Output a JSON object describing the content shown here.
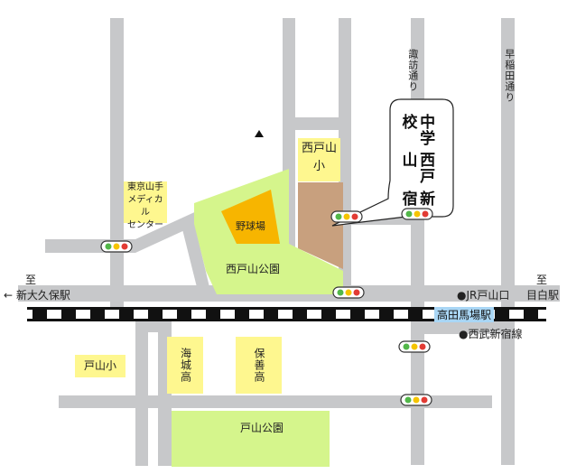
{
  "places": {
    "school_label": "西戸山\n小",
    "school_line1": "西戸山",
    "school_line2": "小",
    "medical": "東京山手\nメディカル\nセンター",
    "medical_l1": "東京山手",
    "medical_l2": "メディカル",
    "medical_l3": "センター",
    "baseball": "野球場",
    "park_nishi": "西戸山公園",
    "park_toyama": "戸山公園",
    "toyama_sho": "戸山小",
    "kaijo": "海城高",
    "hozen": "保善高"
  },
  "target": {
    "col1": "新宿",
    "col2": "西戸山",
    "col3": "中学校"
  },
  "streets": {
    "suwa": "諏訪通り",
    "waseda": "早稲田通り"
  },
  "rail": {
    "left_to": "至",
    "left_station": "← 新大久保駅",
    "right_to": "至",
    "right_station": "目白駅",
    "takadanobaba": "高田馬場駅",
    "jr": "●JR戸山口",
    "seibu": "●西武新宿線"
  },
  "colors": {
    "road": "#c7c8ca",
    "park": "#d5f58c",
    "school_brown": "#c8a07e",
    "baseball": "#f7b500",
    "yellow_box": "#fef78f",
    "station": "#a9d6f5"
  }
}
